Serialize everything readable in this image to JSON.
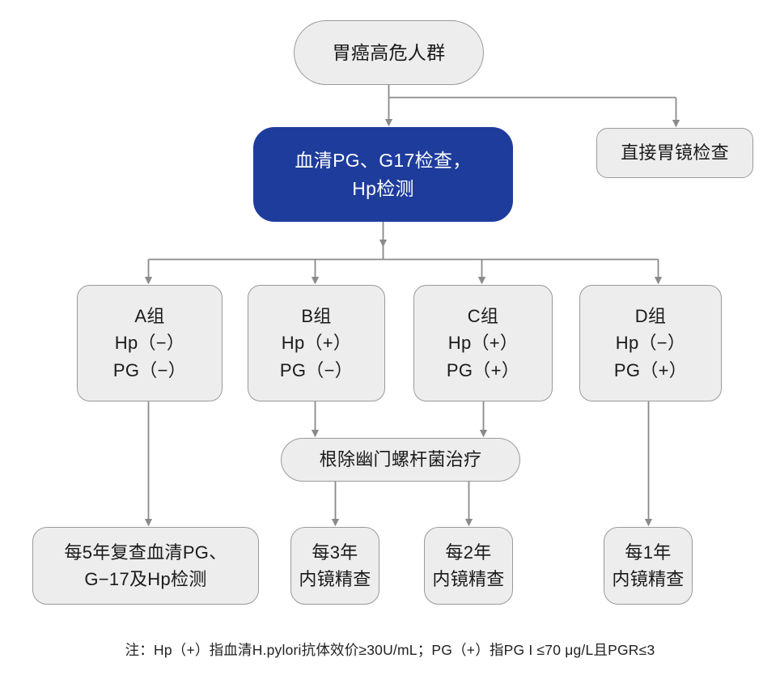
{
  "diagram": {
    "title_node": {
      "label": "胃癌高危人群"
    },
    "serology_node": {
      "line1": "血清PG、G17检查，",
      "line2": "Hp检测",
      "color": "#1e3c9c"
    },
    "direct_endoscopy_node": {
      "label": "直接胃镜检查"
    },
    "groups": [
      {
        "name": "A组",
        "hp": "Hp（−）",
        "pg": "PG（−）"
      },
      {
        "name": "B组",
        "hp": "Hp（+）",
        "pg": "PG（−）"
      },
      {
        "name": "C组",
        "hp": "Hp（+）",
        "pg": "PG（+）"
      },
      {
        "name": "D组",
        "hp": "Hp（−）",
        "pg": "PG（+）"
      }
    ],
    "eradication_node": {
      "label": "根除幽门螺杆菌治疗"
    },
    "followups": [
      {
        "line1": "每5年复查血清PG、",
        "line2": "G−17及Hp检测"
      },
      {
        "line1": "每3年",
        "line2": "内镜精查"
      },
      {
        "line1": "每2年",
        "line2": "内镜精查"
      },
      {
        "line1": "每1年",
        "line2": "内镜精查"
      }
    ],
    "footnote": "注：Hp（+）指血清H.pylori抗体效价≥30U/mL；PG（+）指PG I ≤70 μg/L且PGR≤3",
    "palette": {
      "node_fill": "#ededed",
      "node_border": "#9a9a9a",
      "accent": "#1e3c9c",
      "edge": "#8a8a8a"
    }
  }
}
